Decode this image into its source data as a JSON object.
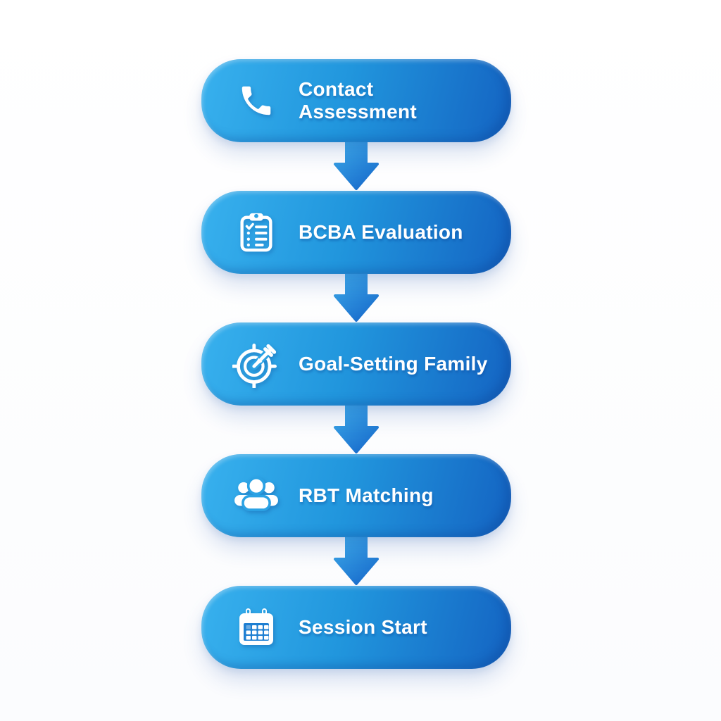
{
  "flow": {
    "direction": "vertical",
    "connector_icon": "down-arrow-icon",
    "colors": {
      "background": "#ffffff",
      "pill_gradient_start": "#38b1ee",
      "pill_gradient_mid": "#2196dd",
      "pill_gradient_end": "#1463c2",
      "pill_extrusion_edge": "#0d4fa6",
      "arrow_gradient_start": "#3fafec",
      "arrow_gradient_end": "#1b70ce",
      "text": "#ffffff"
    },
    "steps": [
      {
        "label": "Contact\nAssessment",
        "icon": "phone-icon"
      },
      {
        "label": "BCBA Evaluation",
        "icon": "clipboard-checklist-icon"
      },
      {
        "label": "Goal-Setting Family",
        "icon": "target-arrow-icon"
      },
      {
        "label": "RBT Matching",
        "icon": "people-group-icon"
      },
      {
        "label": "Session Start",
        "icon": "calendar-icon"
      }
    ]
  }
}
